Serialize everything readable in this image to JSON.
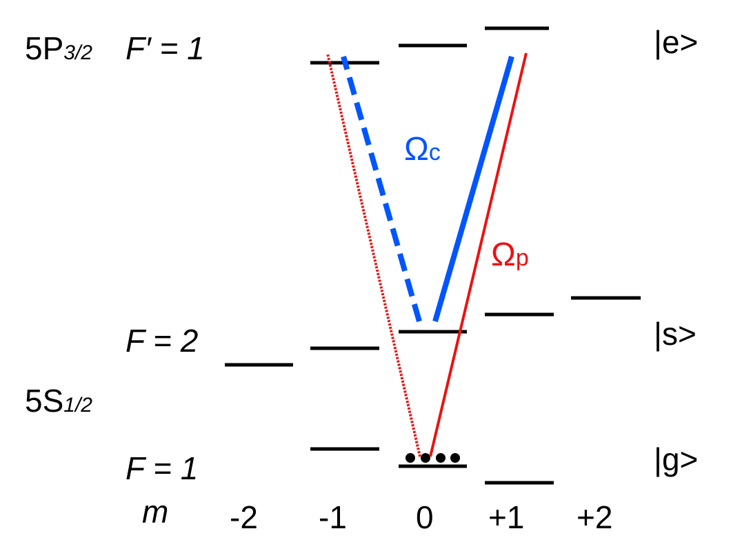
{
  "states": {
    "upper_manifold": {
      "main": "5P",
      "sub": "3/2",
      "f_label": "F′ = 1"
    },
    "lower_manifold": {
      "main": "5S",
      "sub": "1/2"
    },
    "f2_label": "F = 2",
    "f1_label": "F = 1",
    "ket_e": "|e>",
    "ket_s": "|s>",
    "ket_g": "|g>"
  },
  "axis": {
    "m_label": "m",
    "m_values": [
      "-2",
      "-1",
      "0",
      "+1",
      "+2"
    ]
  },
  "fields": {
    "coupling": {
      "symbol": "Ω",
      "sub": "c",
      "color": "#0055ff"
    },
    "probe": {
      "symbol": "Ω",
      "sub": "p",
      "color": "#ee1111"
    }
  },
  "population_dots": 4
}
